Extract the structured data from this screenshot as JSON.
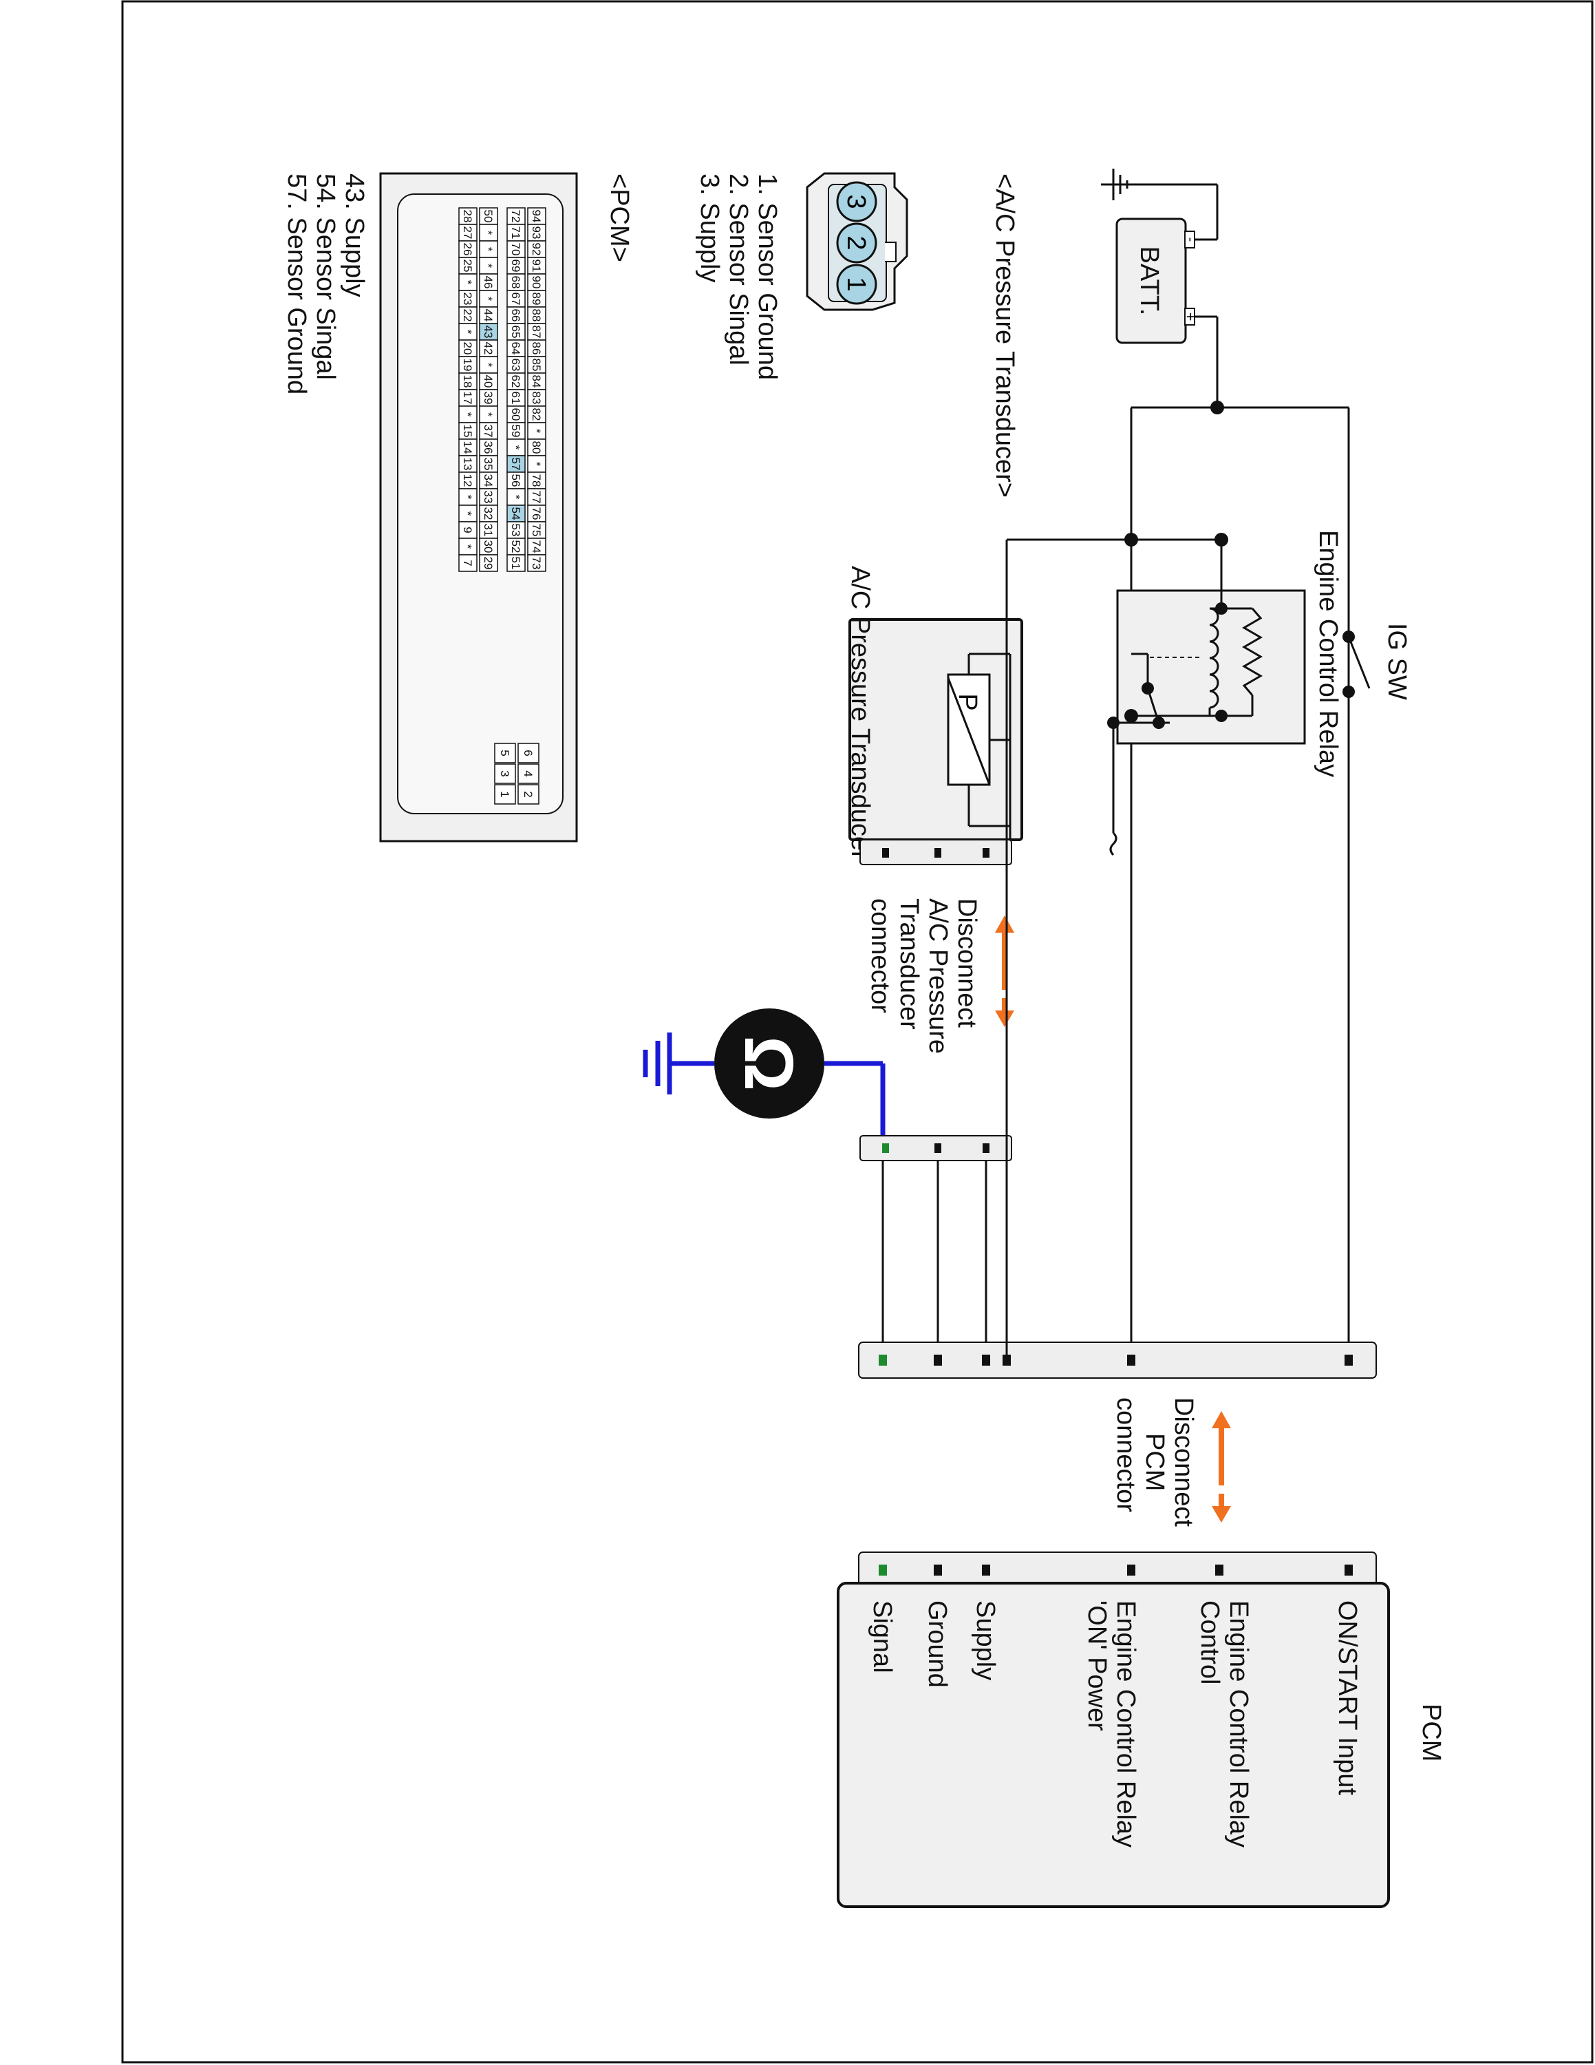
{
  "colors": {
    "signal_green": "#1e8a2e",
    "probe_blue": "#1a1ad6",
    "arrow_orange": "#f07020",
    "pin_highlight": "#a8d4e4",
    "connector_fill": "#eeeeee",
    "box_fill": "#f0f0f0"
  },
  "battery": {
    "label": "BATT.",
    "pos": "+",
    "neg": "-"
  },
  "ig_switch": {
    "label": "IG SW"
  },
  "relay": {
    "label": "Engine Control Relay"
  },
  "transducer": {
    "label": "A/C Pressure Transducer",
    "symbol": "P",
    "disconnect_label": [
      "Disconnect",
      "A/C Pressure",
      "Transducer",
      "connector"
    ]
  },
  "ohmmeter": {
    "symbol": "Ω"
  },
  "pcm_disconnect": {
    "label": [
      "Disconnect",
      "PCM",
      "connector"
    ]
  },
  "pcm": {
    "title": "PCM",
    "terminals": [
      {
        "text": [
          "ON/START Input"
        ],
        "color": "#111111"
      },
      {
        "text": [
          "Engine Control Relay",
          "Control"
        ],
        "color": "#111111"
      },
      {
        "text": [
          "Engine Control Relay",
          "'ON' Power"
        ],
        "color": "#111111"
      },
      {
        "text": [
          "Supply"
        ],
        "color": "#111111"
      },
      {
        "text": [
          "Ground"
        ],
        "color": "#111111"
      },
      {
        "text": [
          "Signal"
        ],
        "color": "#1e8a2e"
      }
    ]
  },
  "transducer_connector": {
    "title": "<A/C Pressure Transducer>",
    "pins": [
      "3",
      "2",
      "1"
    ],
    "legend": [
      {
        "text": "1. Sensor Ground",
        "color": "#111111"
      },
      {
        "text": "2. Sensor Singal",
        "color": "#1e8a2e"
      },
      {
        "text": "3. Supply",
        "color": "#111111"
      }
    ]
  },
  "pcm_connector": {
    "title": "<PCM>",
    "rows": [
      [
        "94",
        "93",
        "92",
        "91",
        "90",
        "89",
        "88",
        "87",
        "86",
        "85",
        "84",
        "83",
        "82",
        "*",
        "80",
        "*",
        "78",
        "77",
        "76",
        "75",
        "74",
        "73"
      ],
      [
        "72",
        "71",
        "70",
        "69",
        "68",
        "67",
        "66",
        "65",
        "64",
        "63",
        "62",
        "61",
        "60",
        "59",
        "*",
        "57",
        "56",
        "*",
        "54",
        "53",
        "52",
        "51"
      ],
      [
        "50",
        "*",
        "*",
        "*",
        "46",
        "*",
        "44",
        "43",
        "42",
        "*",
        "40",
        "39",
        "*",
        "37",
        "36",
        "35",
        "34",
        "33",
        "32",
        "31",
        "30",
        "29"
      ],
      [
        "28",
        "27",
        "26",
        "25",
        "*",
        "23",
        "22",
        "*",
        "20",
        "19",
        "18",
        "17",
        "*",
        "15",
        "14",
        "13",
        "12",
        "*",
        "*",
        "9",
        "*",
        "7"
      ]
    ],
    "highlighted": [
      "43",
      "54",
      "57"
    ],
    "small_block": [
      [
        "6",
        "5"
      ],
      [
        "4",
        "3"
      ],
      [
        "2",
        "1"
      ]
    ],
    "legend": [
      {
        "text": "43. Supply",
        "color": "#111111"
      },
      {
        "text": "54. Sensor Singal",
        "color": "#1e8a2e"
      },
      {
        "text": "57. Sensor Ground",
        "color": "#111111"
      }
    ]
  }
}
